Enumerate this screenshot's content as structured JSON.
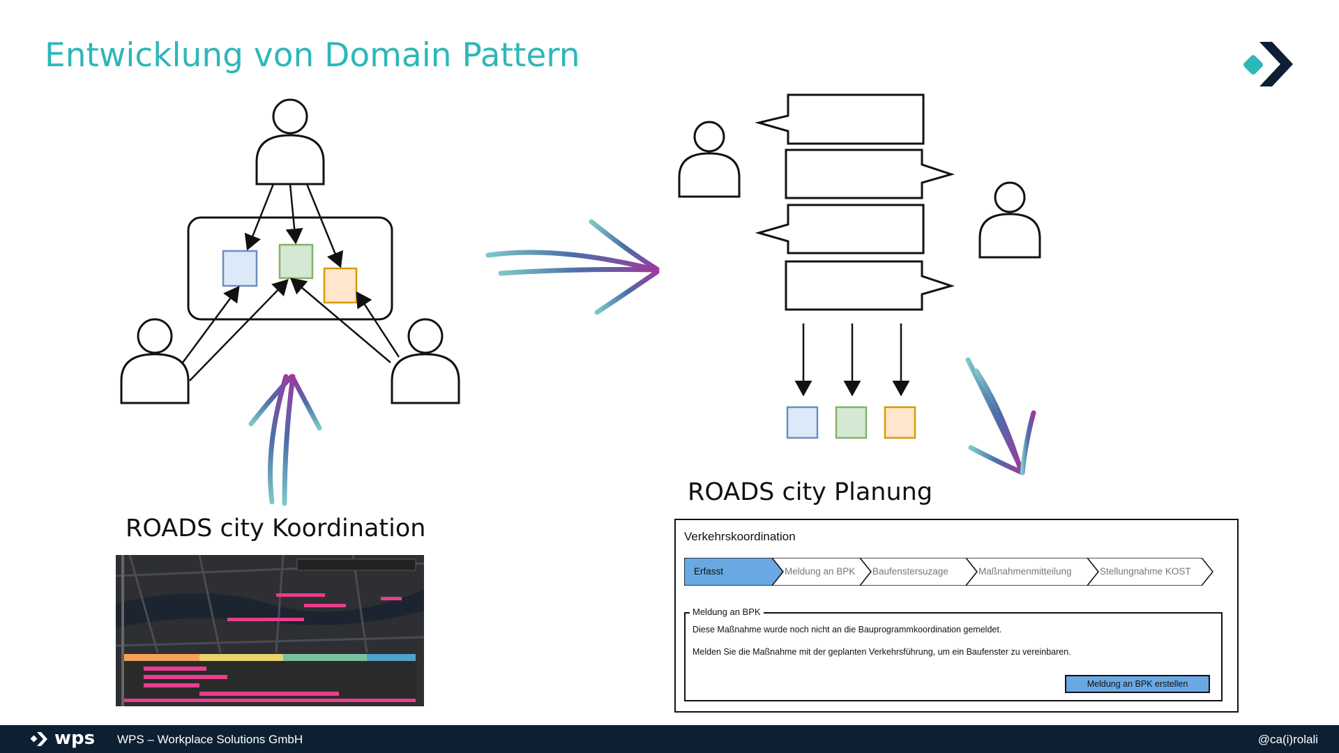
{
  "title": "Entwicklung von Domain Pattern",
  "captions": {
    "left": "ROADS city Koordination",
    "right": "ROADS city Planung"
  },
  "planning_mockup": {
    "title": "Verkehrskoordination",
    "steps": [
      "Erfasst",
      "Meldung an BPK",
      "Baufenstersuzage",
      "Maßnahmenmitteilung",
      "Stellungnahme KOST"
    ],
    "active_step": "Erfasst",
    "fieldset_legend": "Meldung an BPK",
    "text_1": "Diese Maßnahme wurde noch nicht an die Bauprogrammkoordination gemeldet.",
    "text_2": "Melden Sie die Maßnahme mit der geplanten Verkehrsführung, um ein Baufenster zu vereinbaren.",
    "button_label": "Meldung an BPK erstellen"
  },
  "footer": {
    "brand": "wps",
    "company": "WPS – Workplace Solutions GmbH",
    "handle": "@ca(i)rolali"
  },
  "colors": {
    "title": "#2db7b9",
    "box_blue_fill": "#dce9f8",
    "box_blue_stroke": "#6c8ebf",
    "box_green_fill": "#d5e8d4",
    "box_green_stroke": "#82b366",
    "box_orange_fill": "#ffe6cc",
    "box_orange_stroke": "#d79b00",
    "footer_bg": "#0c1f33",
    "active_step": "#6aa8e3"
  }
}
